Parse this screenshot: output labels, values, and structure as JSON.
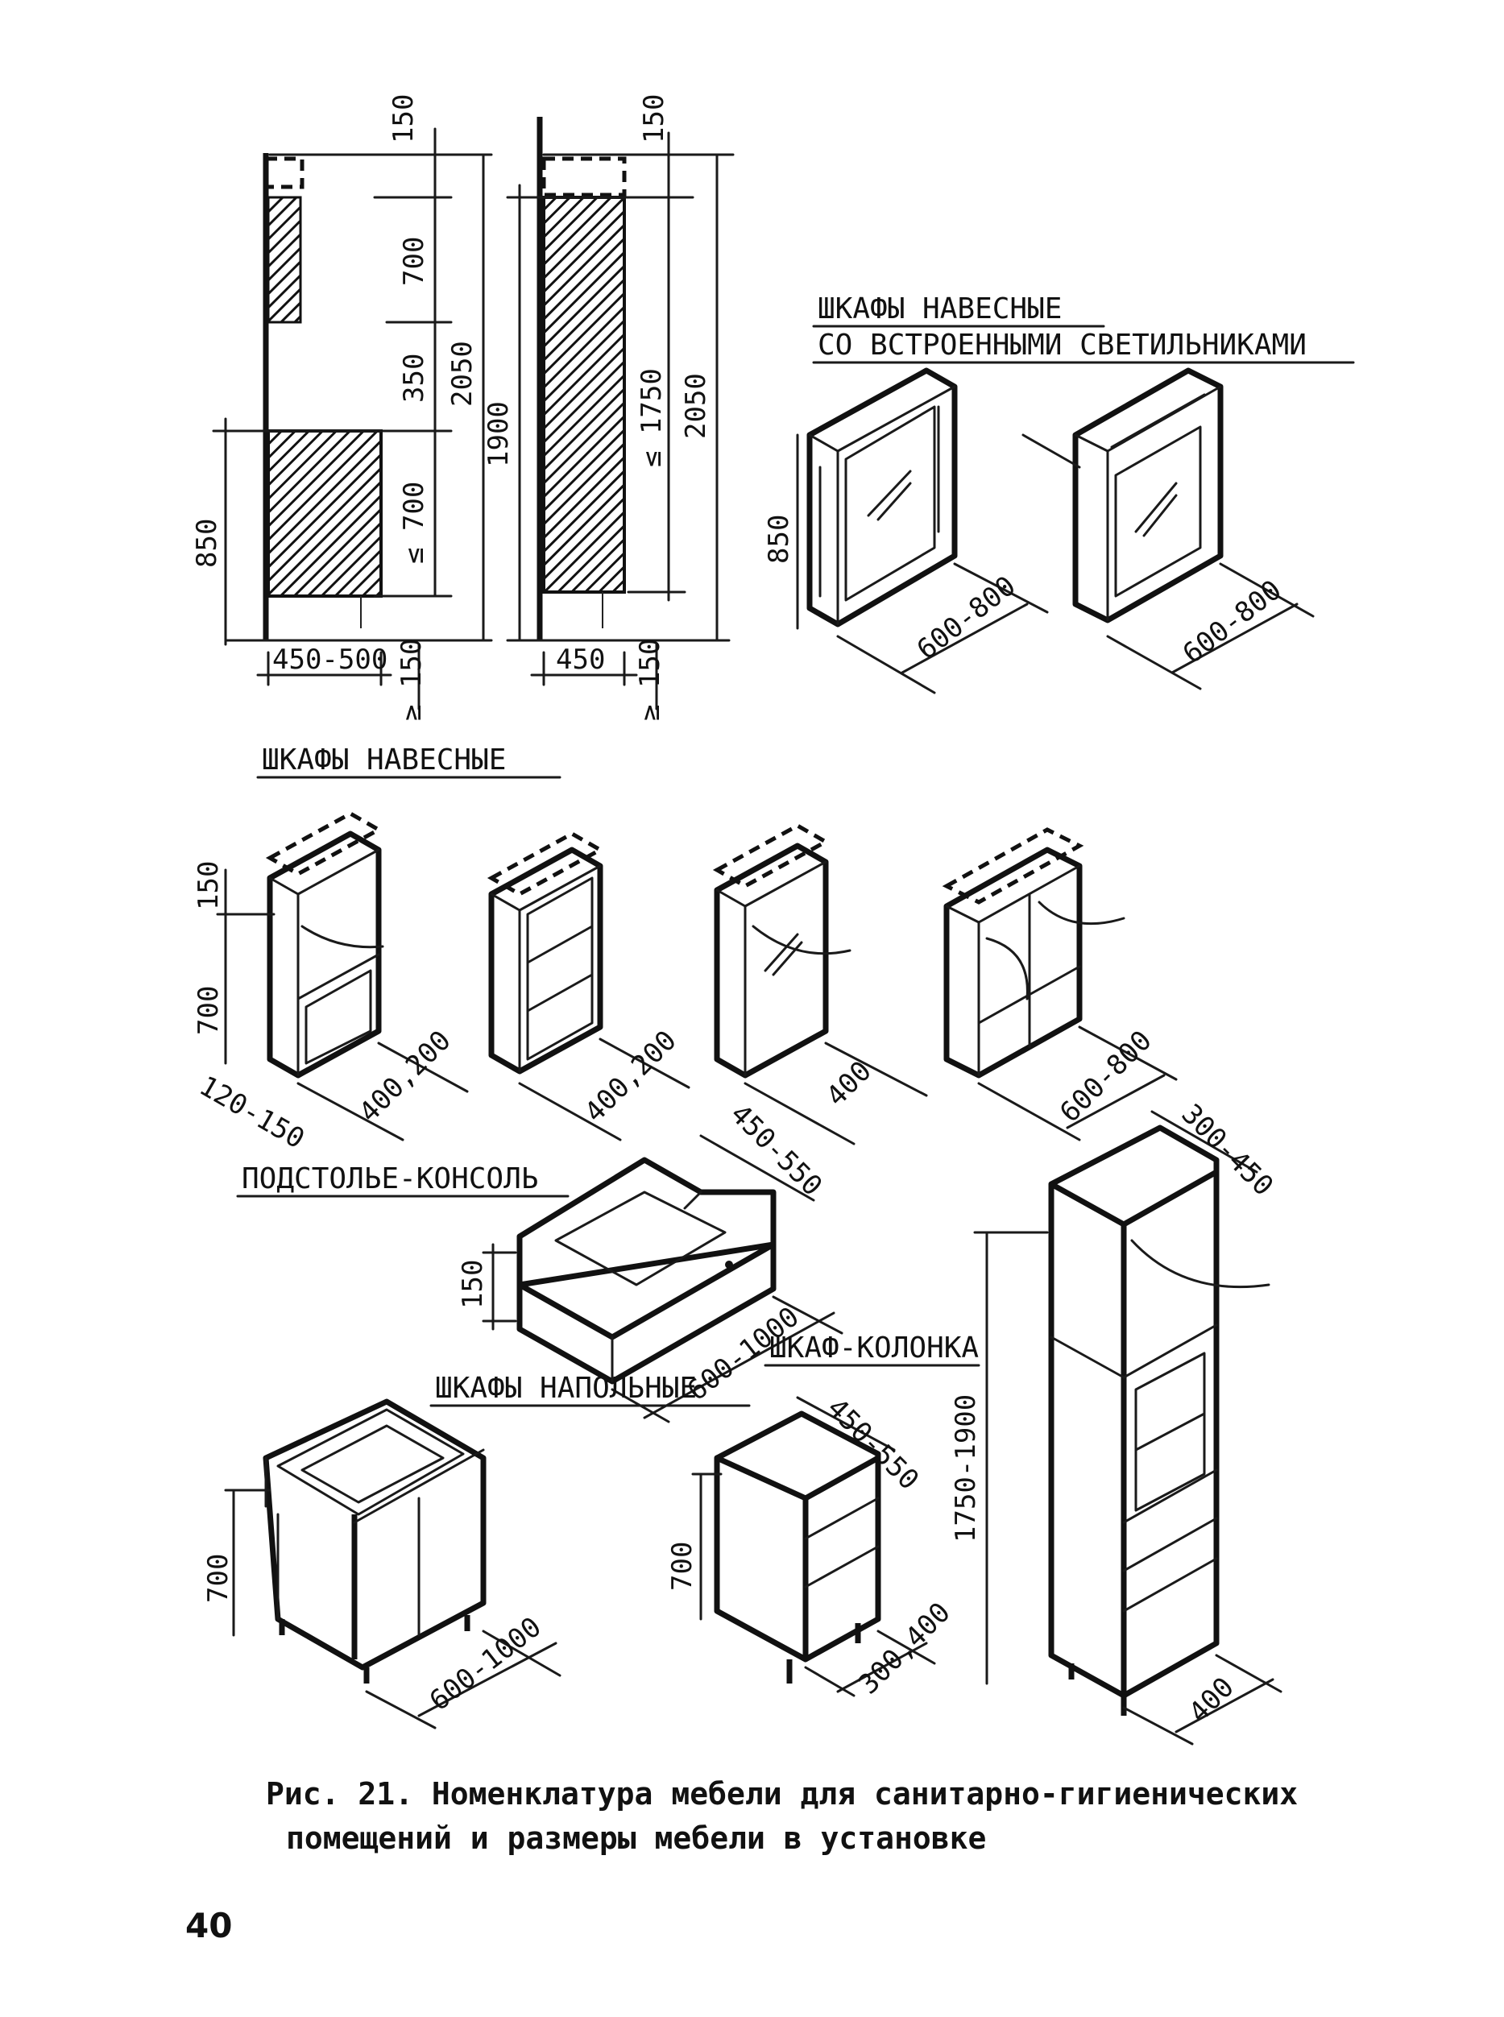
{
  "labels": {
    "wall_cabinets_lit": [
      "ШКАФЫ НАВЕСНЫЕ",
      "СО ВСТРОЕННЫМИ СВЕТИЛЬНИКАМИ"
    ],
    "wall_cabinets": "ШКАФЫ НАВЕСНЫЕ",
    "console": "ПОДСТОЛЬЕ-КОНСОЛЬ",
    "column": "ШКАФ-КОЛОНКА",
    "floor_cabinets": "ШКАФЫ НАПОЛЬНЫЕ"
  },
  "elevation1": {
    "d_top": "150",
    "d_upper": "700",
    "d_mid": "350",
    "d_total": "2050",
    "d_lower": "≤ 700",
    "d_height": "850",
    "d_width": "450-500",
    "d_bottom": "≥ 150"
  },
  "elevation2": {
    "d_top": "150",
    "d_height": "1900",
    "d_mid": "≤ 1750",
    "d_total": "2050",
    "d_width": "450",
    "d_bottom": "≥ 150"
  },
  "lit": {
    "d_height": "850",
    "d_width1": "600-800",
    "d_width2": "600-800"
  },
  "wall": {
    "d_top": "150",
    "d_height": "700",
    "d_depth": "120-150",
    "d_w1": "400,200",
    "d_w2": "400,200",
    "d_w3": "400",
    "d_w4": "600-800"
  },
  "console": {
    "d_depth": "450-550",
    "d_height": "150",
    "d_width": "600-1000"
  },
  "floor": {
    "d_height1": "700",
    "d_width1": "600-1000",
    "d_depth2": "450-550",
    "d_height2": "700",
    "d_width2": "300,400"
  },
  "column": {
    "d_depth": "300-450",
    "d_height": "1750-1900",
    "d_width": "400"
  },
  "caption": {
    "line1": "Рис. 21. Номенклатура мебели для санитарно-гигиенических",
    "line2": "помещений и размеры  мебели  в  установке"
  },
  "page_number": "40"
}
